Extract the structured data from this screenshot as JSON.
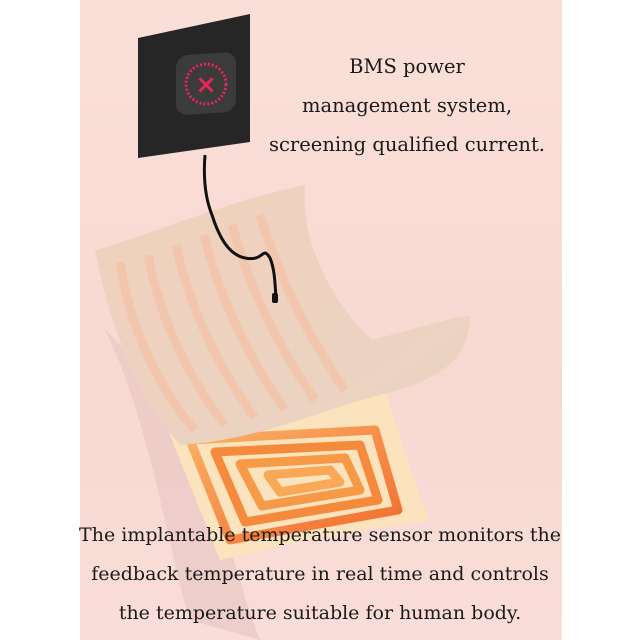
{
  "top_caption": {
    "lines": [
      "BMS power",
      "management system,",
      "screening qualified current."
    ]
  },
  "bottom_caption": {
    "lines": [
      "The implantable temperature sensor monitors the",
      "feedback temperature in real time and controls",
      "the temperature suitable for human body."
    ]
  },
  "colors": {
    "background": "#f9dcd6",
    "controller": "#2a2a2a",
    "button_accent": "#e8255a",
    "heating_element": "#f5883a"
  }
}
